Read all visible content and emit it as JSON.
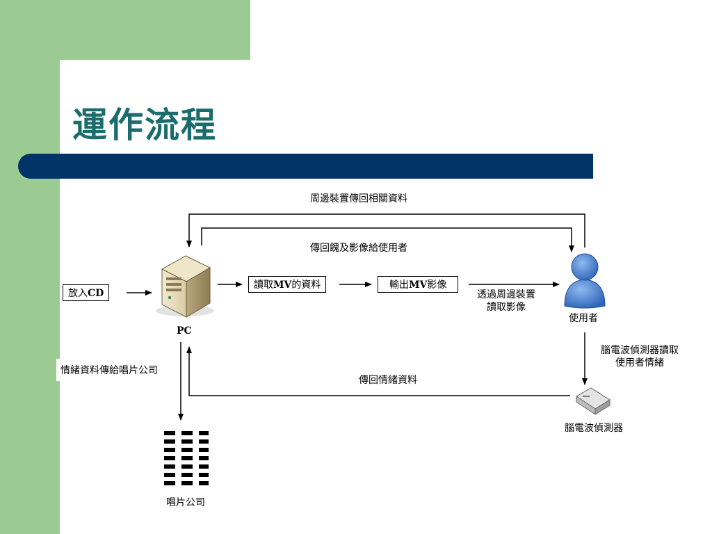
{
  "slide": {
    "title": "運作流程"
  },
  "diagram": {
    "edge_labels": {
      "peripheral_return": "周邊裝置傳回相關資料",
      "return_feedback_to_user": "傳回餽及影像給使用者",
      "read_image_line1": "透過周邊裝置",
      "read_image_line2": "讀取影像",
      "eeg_read_line1": "腦電波偵測器讀取",
      "eeg_read_line2": "使用者情緒",
      "return_emotion": "傳回情緒資料",
      "emotion_to_label": "情緒資料傳給唱片公司"
    },
    "boxes": {
      "insert_cd_prefix": "放入",
      "insert_cd_bold": "CD",
      "read_mv_prefix": "讀取",
      "read_mv_bold": "MV",
      "read_mv_suffix": "的資料",
      "output_mv_prefix": "輸出",
      "output_mv_bold": "MV",
      "output_mv_suffix": "影像"
    },
    "nodes": {
      "pc": "PC",
      "user": "使用者",
      "eeg": "腦電波偵測器",
      "label_company": "唱片公司"
    }
  },
  "colors": {
    "green": "#9bcb93",
    "navy_bar": "#003366",
    "title": "#1b6c6c",
    "user_blue": "#3f7fd6"
  },
  "icons": {
    "pc": "server-tower-icon",
    "user": "user-person-icon",
    "eeg": "eeg-device-icon",
    "company": "office-building-icon"
  }
}
